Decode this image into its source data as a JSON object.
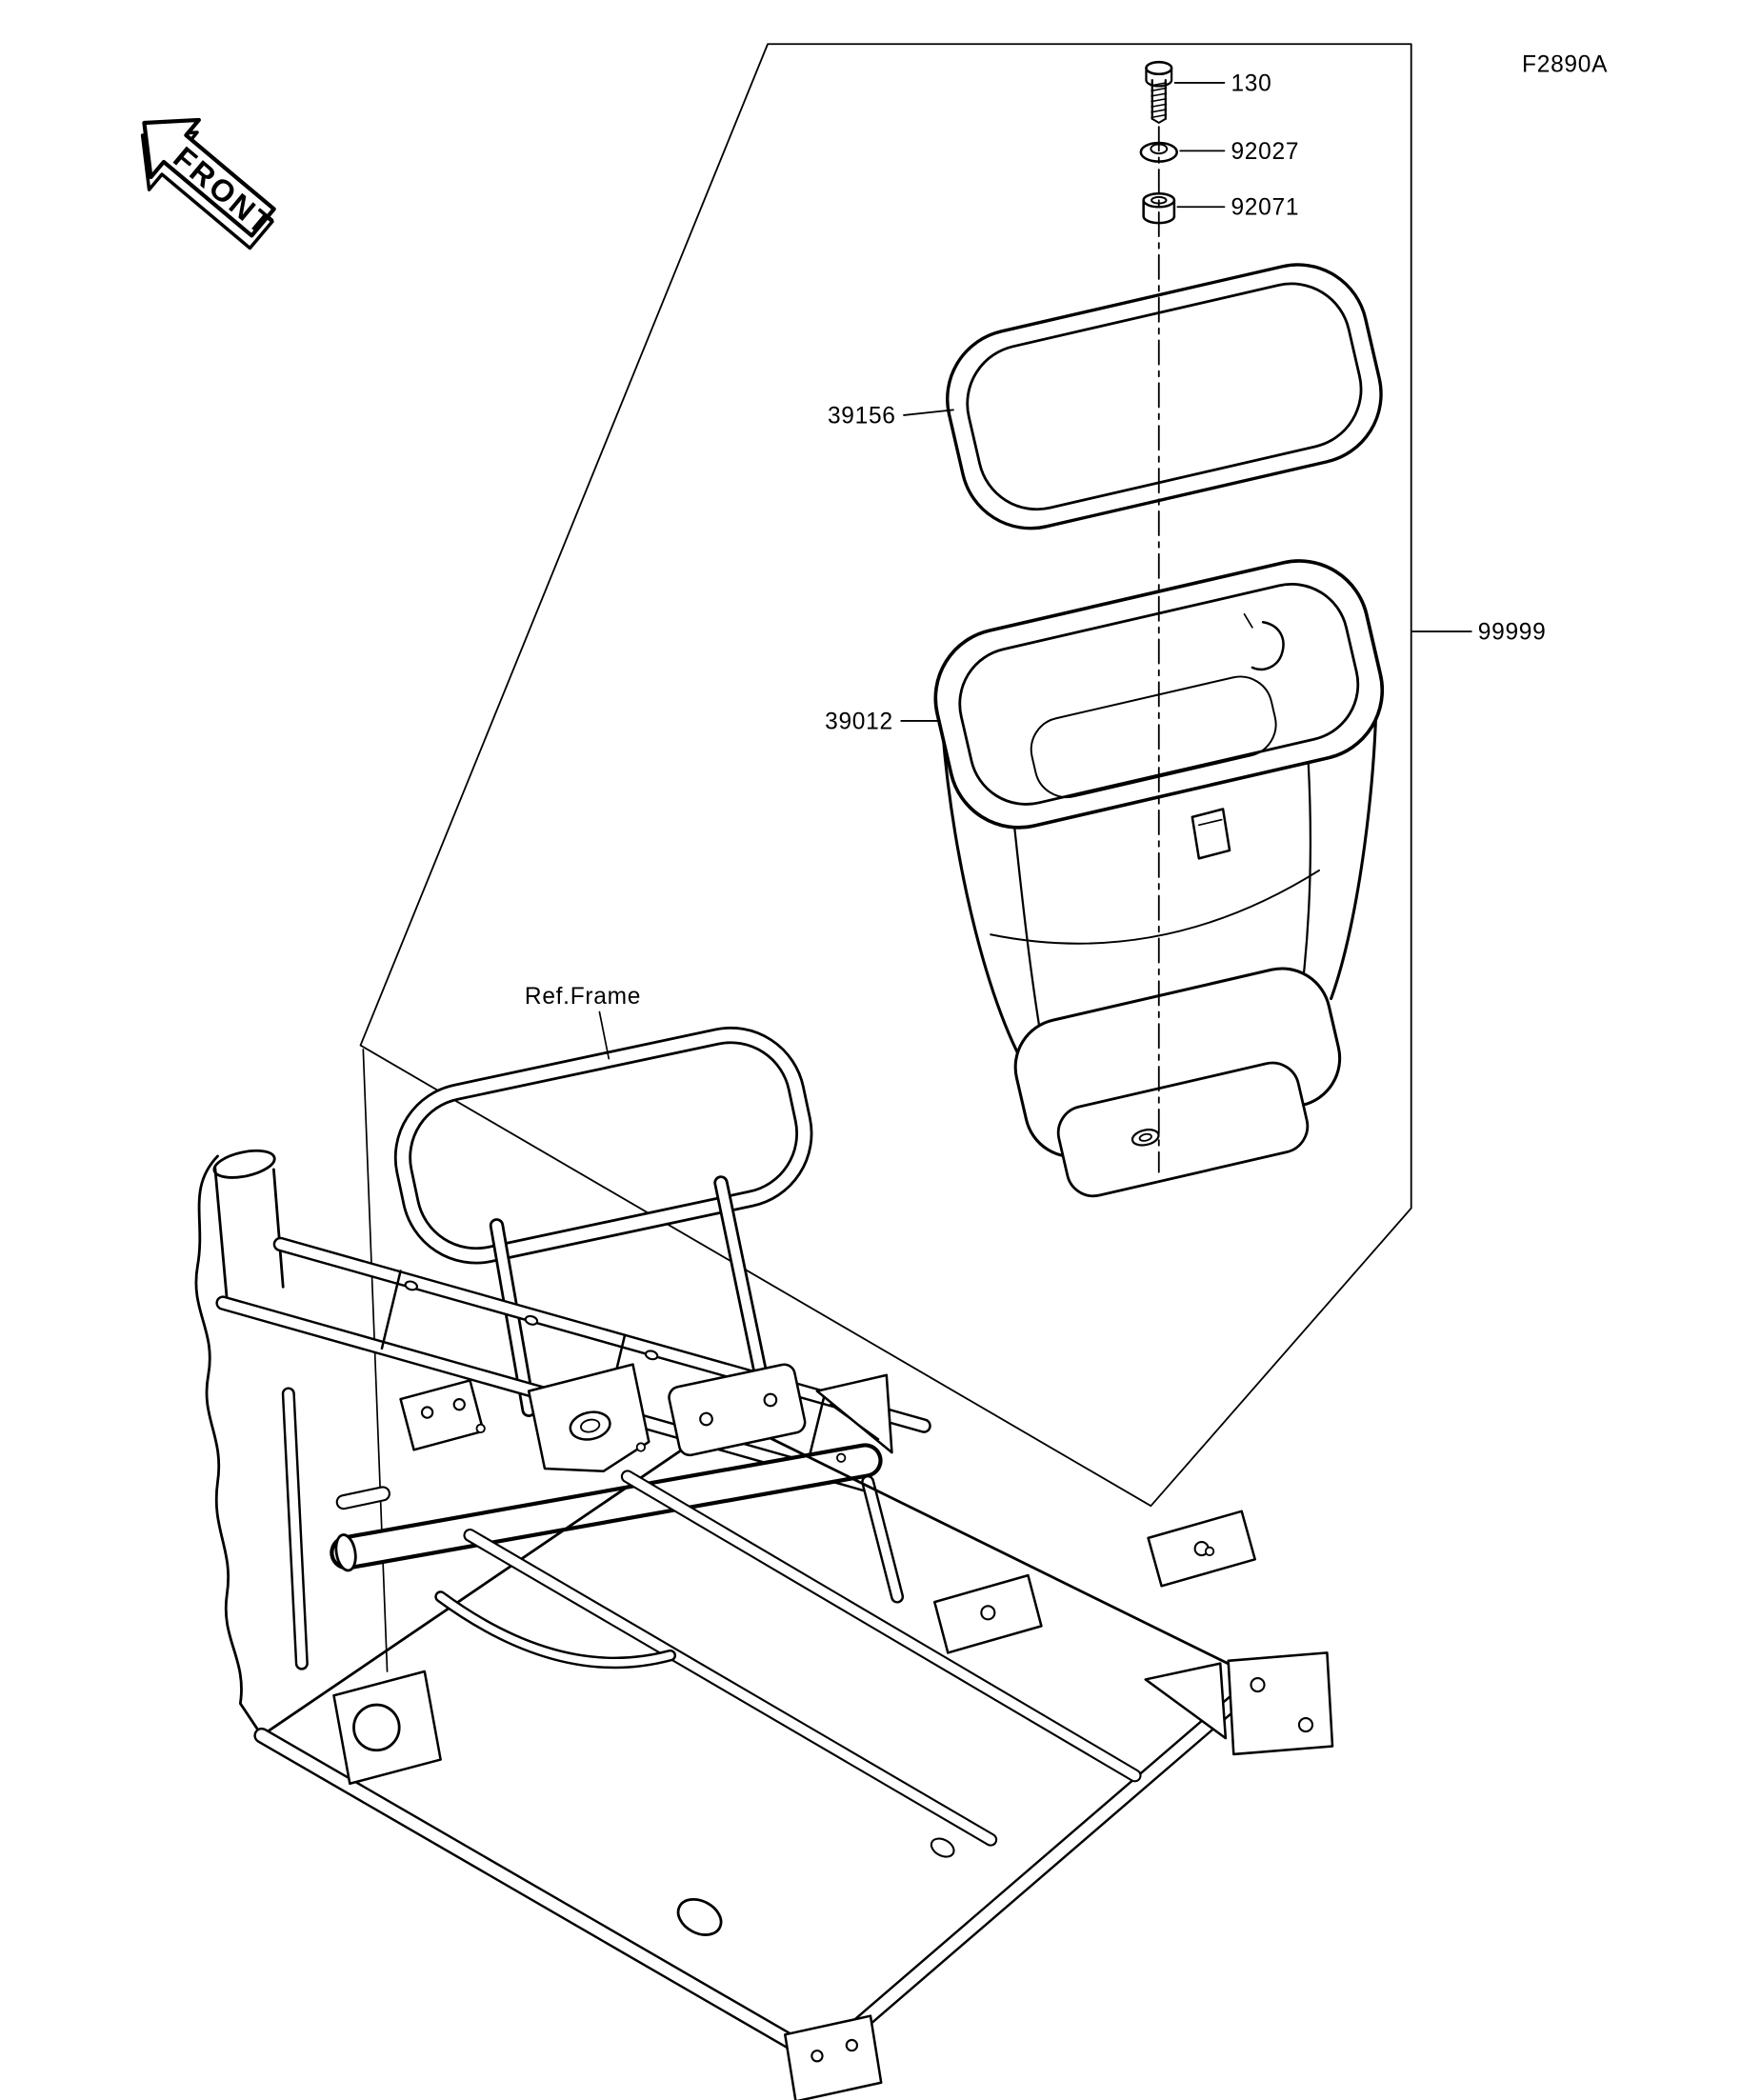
{
  "figure": {
    "code": "F2890A",
    "front_marker": "FRONT",
    "ref_frame_label": "Ref.Frame"
  },
  "parts": [
    {
      "number": "130"
    },
    {
      "number": "92027"
    },
    {
      "number": "92071"
    },
    {
      "number": "39156"
    },
    {
      "number": "39012"
    },
    {
      "number": "99999"
    }
  ],
  "colors": {
    "line": "#000000",
    "background": "#ffffff"
  }
}
